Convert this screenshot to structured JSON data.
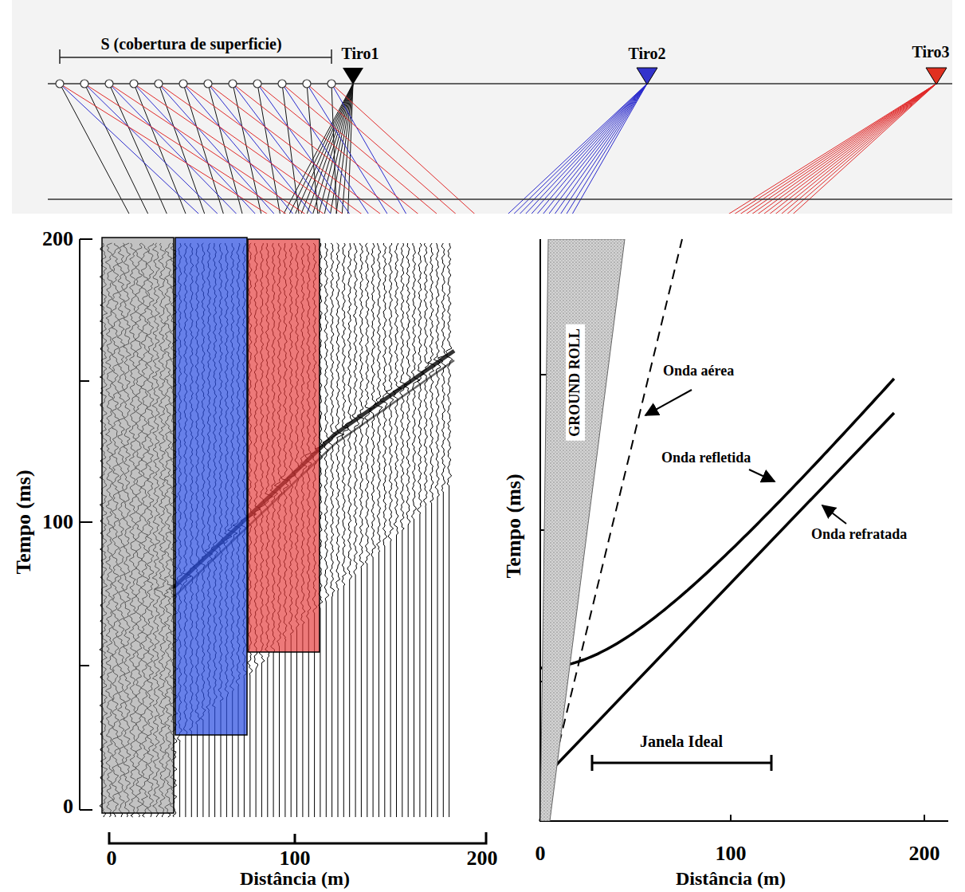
{
  "diagram": {
    "nodes": [
      {
        "text": [
          "GROUND ROLL"
        ]
      }
    ],
    "labels": [
      "S (cobertura de superficie)",
      "Tiro1",
      "Tiro2",
      "Tiro3",
      "200",
      "100",
      "0",
      "Tempo (ms)",
      "0",
      "100",
      "200",
      "Distância (m)",
      "Onda aérea",
      "Onda refletida",
      "Onda refratada",
      "Janela Ideal",
      "Tempo (ms)",
      "0",
      "100",
      "200",
      "Distância (m)"
    ]
  }
}
